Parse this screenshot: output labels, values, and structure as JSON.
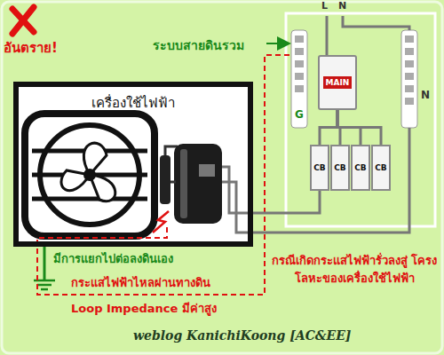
{
  "diagram": {
    "nodes": [
      {
        "text": [
          "เครื่องใช้ไฟฟ้า"
        ]
      },
      {
        "text": [
          "MAIN"
        ]
      },
      {
        "text": [
          "CB"
        ]
      },
      {
        "text": [
          "CB"
        ]
      },
      {
        "text": [
          "CB"
        ]
      },
      {
        "text": [
          "CB"
        ]
      }
    ],
    "edges": [
      {
        "from": 1,
        "to": 2,
        "arrow": "none"
      },
      {
        "from": 1,
        "to": 3,
        "arrow": "none"
      },
      {
        "from": 1,
        "to": 4,
        "arrow": "none"
      },
      {
        "from": 1,
        "to": 5,
        "arrow": "none"
      },
      {
        "from": 2,
        "to": 0,
        "arrow": "none"
      }
    ],
    "labels": [
      "อันตราย!",
      "ระบบสายดินรวม",
      "L",
      "N",
      "G",
      "N",
      "มีการแยกไปต่อลงดินเอง",
      "กระแสไฟฟ้าไหลผ่านทางดิน",
      "Loop Impedance มีค่าสูง",
      "กรณีเกิดกระแสไฟฟ้ารั่วลงสู่ โครงโลหะของเครื่องใช้ไฟฟ้า",
      "weblog KanichiKoong [AC&EE]"
    ]
  }
}
